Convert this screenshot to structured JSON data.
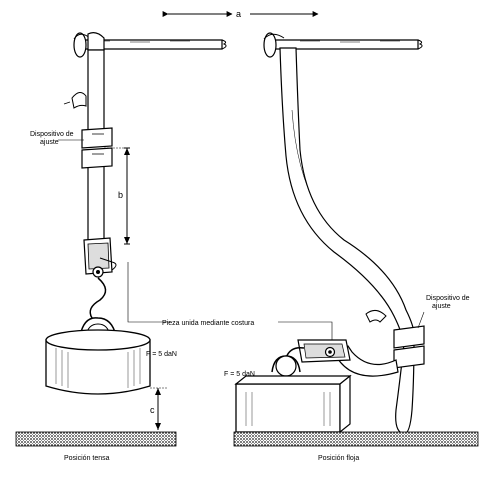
{
  "labels": {
    "dimension_a": "a",
    "dimension_b": "b",
    "dimension_c": "c",
    "adjuster_left_line1": "Dispositivo de",
    "adjuster_left_line2": "ajuste",
    "adjuster_right_line1": "Dispositivo de",
    "adjuster_right_line2": "ajuste",
    "stitched_piece": "Pieza unida mediante costura",
    "force_left": "F = 5 daN",
    "force_right": "F = 5 daN",
    "caption_left": "Posición tensa",
    "caption_right": "Posición floja"
  }
}
